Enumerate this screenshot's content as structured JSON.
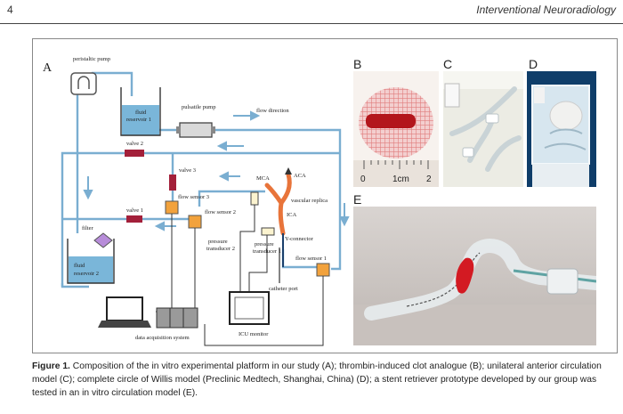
{
  "header": {
    "page_number": "4",
    "journal": "Interventional Neuroradiology"
  },
  "panels": {
    "A": "A",
    "B": "B",
    "C": "C",
    "D": "D",
    "E": "E"
  },
  "diagram": {
    "peristaltic_pump": "peristaltic pump",
    "fluid_reservoir_1_l1": "fluid",
    "fluid_reservoir_1_l2": "reservoir 1",
    "pulsatile_pump": "pulsatile pump",
    "flow_direction": "flow direction",
    "valve_2": "valve 2",
    "valve_3": "valve 3",
    "flow_sensor_3": "flow sensor 3",
    "flow_sensor_2": "flow sensor 2",
    "valve_1": "valve 1",
    "filter": "filter",
    "fluid_reservoir_2_l1": "fluid",
    "fluid_reservoir_2_l2": "reservoir 2",
    "mca": "MCA",
    "aca": "ACA",
    "vascular_replica": "vascular replica",
    "ica": "ICA",
    "pressure_transducer_2_l1": "pressure",
    "pressure_transducer_2_l2": "transducer 2",
    "pressure_transducer_1_l1": "pressure",
    "pressure_transducer_1_l2": "transducer 1",
    "y_connector": "Y-connector",
    "flow_sensor_1": "flow sensor 1",
    "catheter_port": "catheter port",
    "data_acquisition_system": "data acquisition system",
    "icu_monitor": "ICU monitor"
  },
  "photo_b": {
    "scale_0": "0",
    "scale_unit": "1cm",
    "scale_2": "2"
  },
  "caption": {
    "label": "Figure 1.",
    "text": " Composition of the in vitro experimental platform in our study (A); thrombin-induced clot analogue (B); unilateral anterior circulation model (C); complete circle of Willis model (Preclinic Medtech, Shanghai, China) (D); a stent retriever prototype developed by our group was tested in an in vitro circulation model (E)."
  },
  "colors": {
    "tube": "#7aaed1",
    "fluid": "#7ab6d9",
    "sensor": "#f2a23c",
    "valve": "#a3203a",
    "replica": "#e8743a",
    "clot": "#b3161c"
  }
}
